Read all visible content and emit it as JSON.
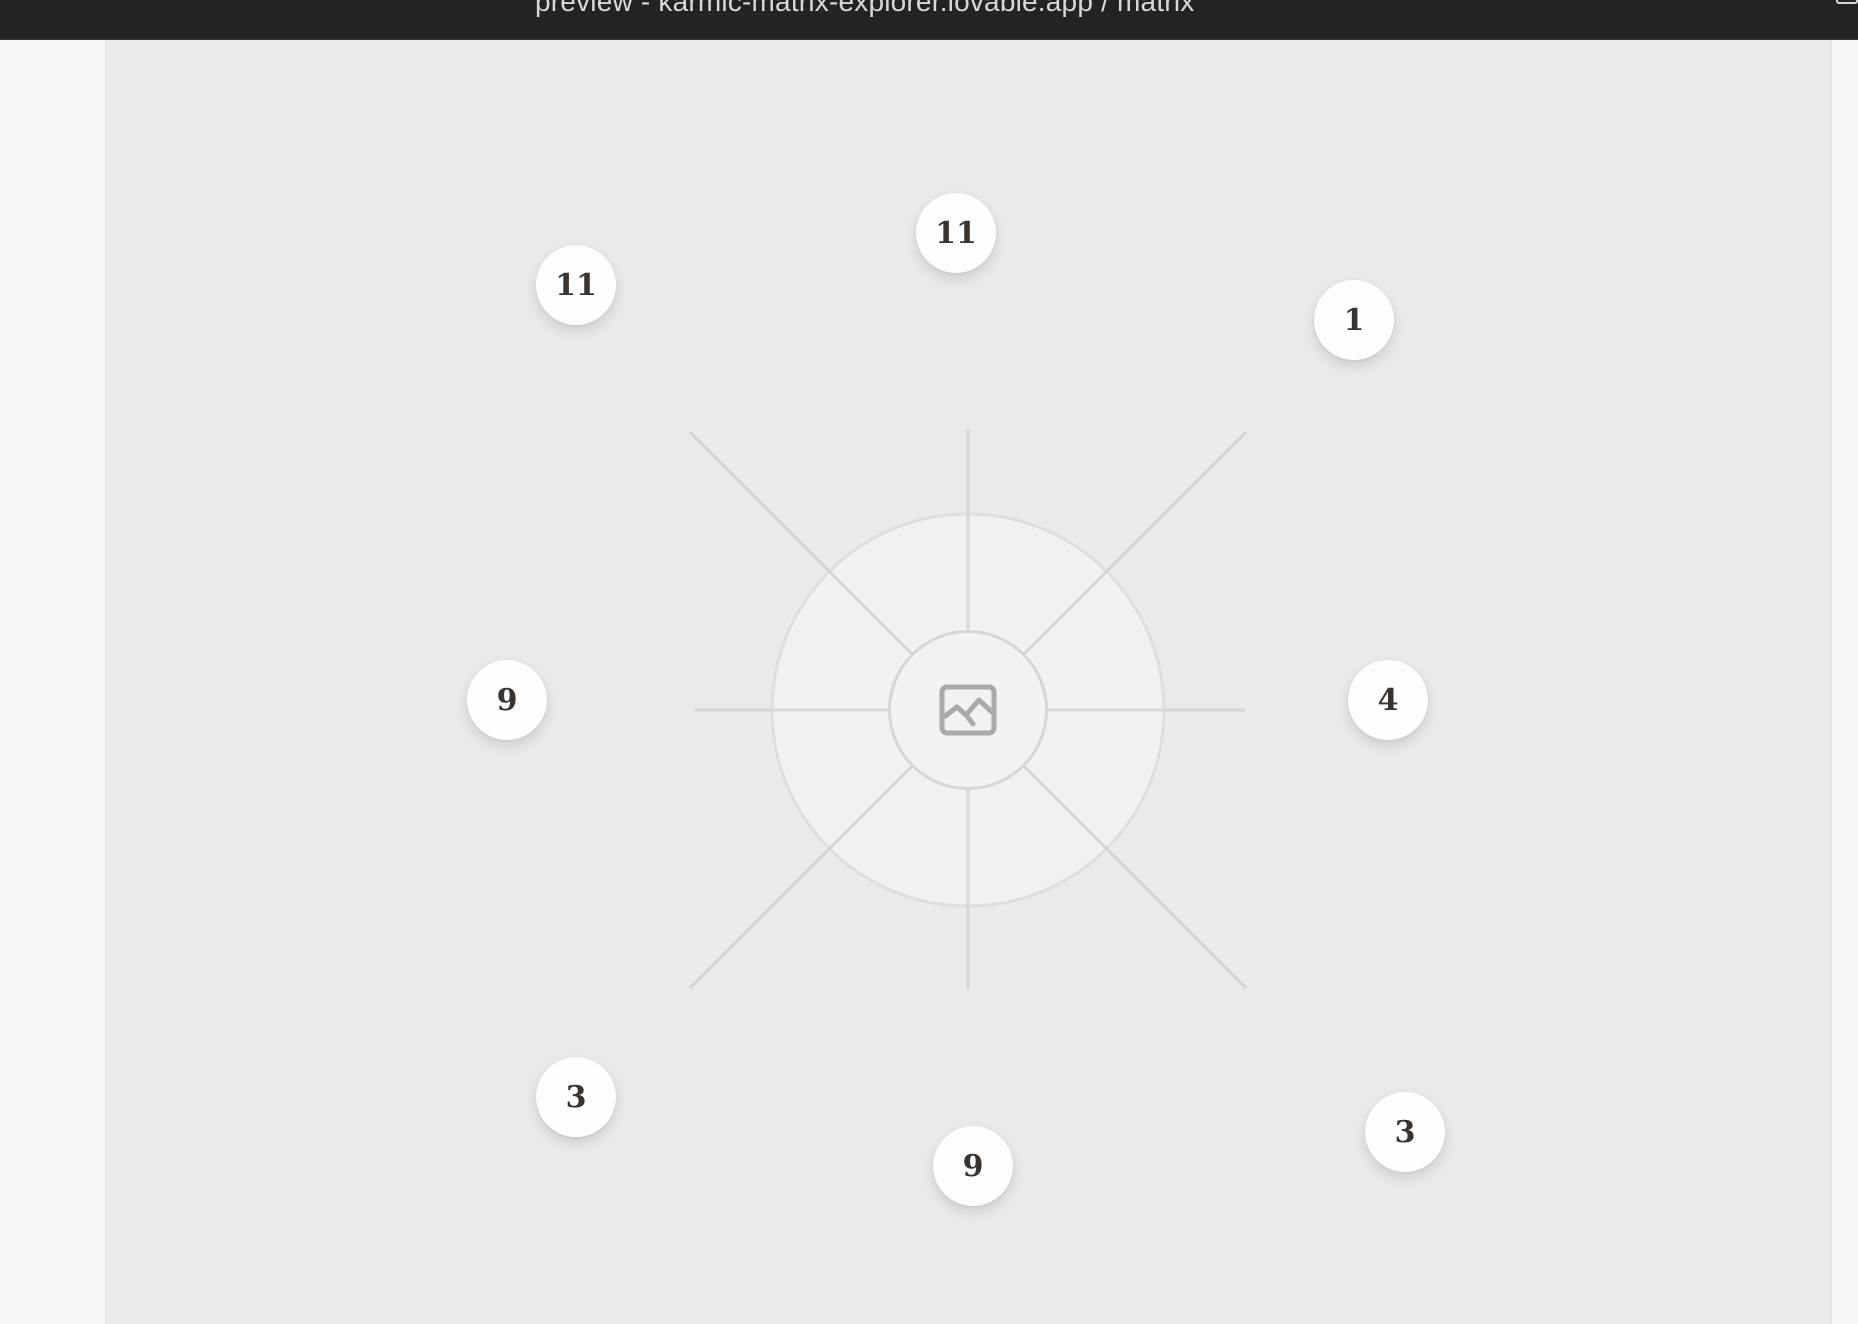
{
  "window": {
    "title": "preview - karmic-matrix-explorer.lovable.app / matrix"
  },
  "icons": {
    "center": "image-placeholder-icon",
    "titlebar_right": "window-icon"
  },
  "colors": {
    "titlebar": "#232326",
    "canvas": "#eaeaea",
    "node": "#fdfdfd",
    "node_text": "#3a3430",
    "spoke": "#d2d2d2"
  },
  "diagram": {
    "nodes": [
      {
        "position": "top",
        "value": "11"
      },
      {
        "position": "top-left",
        "value": "11"
      },
      {
        "position": "top-right",
        "value": "1"
      },
      {
        "position": "left",
        "value": "9"
      },
      {
        "position": "right",
        "value": "4"
      },
      {
        "position": "bottom-left",
        "value": "3"
      },
      {
        "position": "bottom",
        "value": "9"
      },
      {
        "position": "bottom-right",
        "value": "3"
      }
    ]
  }
}
